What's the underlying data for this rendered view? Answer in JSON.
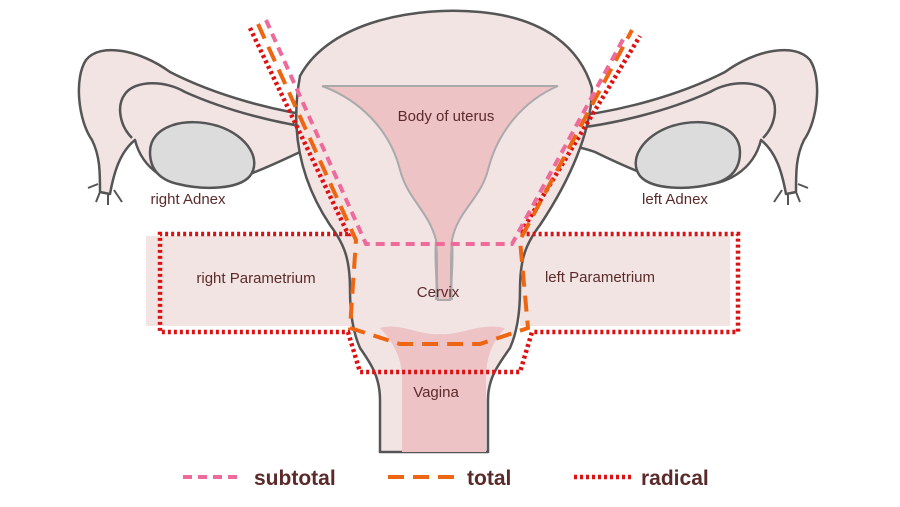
{
  "labels": {
    "body_of_uterus": "Body of uterus",
    "right_adnex": "right Adnex",
    "left_adnex": "left Adnex",
    "right_parametrium": "right Parametrium",
    "left_parametrium": "left Parametrium",
    "cervix": "Cervix",
    "vagina": "Vagina"
  },
  "legend": [
    {
      "label": "subtotal",
      "color": "#ee6a9a",
      "style": "short-dash"
    },
    {
      "label": "total",
      "color": "#ee6612",
      "style": "long-dash"
    },
    {
      "label": "radical",
      "color": "#dd1111",
      "style": "dotted"
    }
  ],
  "colors": {
    "tissue": "#f3e4e4",
    "inner_tissue": "#eec3c6",
    "ovary": "#dcdcdc",
    "outline": "#555555",
    "parametrium_fill": "#f3e4e4",
    "text": "#5b2a2a"
  }
}
